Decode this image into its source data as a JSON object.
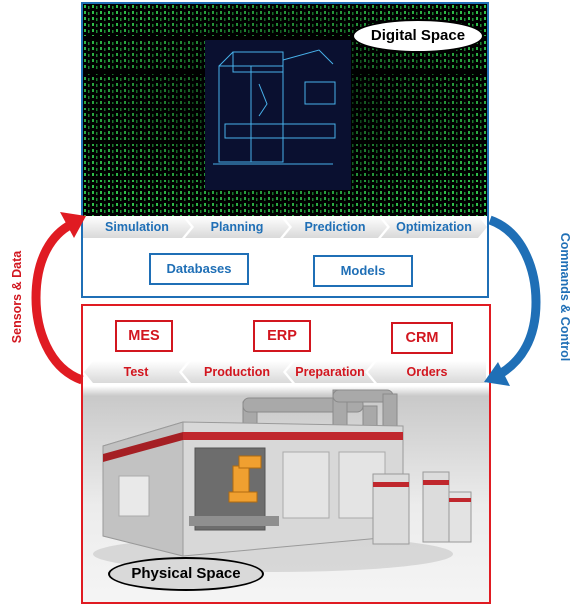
{
  "digital_space": {
    "label": "Digital Space",
    "stages": [
      "Simulation",
      "Planning",
      "Prediction",
      "Optimization"
    ],
    "boxes": [
      "Databases",
      "Models"
    ]
  },
  "physical_space": {
    "label": "Physical Space",
    "systems": [
      "MES",
      "ERP",
      "CRM"
    ],
    "stages": [
      "Test",
      "Production",
      "Preparation",
      "Orders"
    ]
  },
  "left_arrow_label": "Sensors & Data",
  "right_arrow_label": "Commands & Control",
  "colors": {
    "digital_accent": "#1f6fb6",
    "physical_accent": "#d2161f",
    "matrix_green": "#2fbf4a"
  }
}
